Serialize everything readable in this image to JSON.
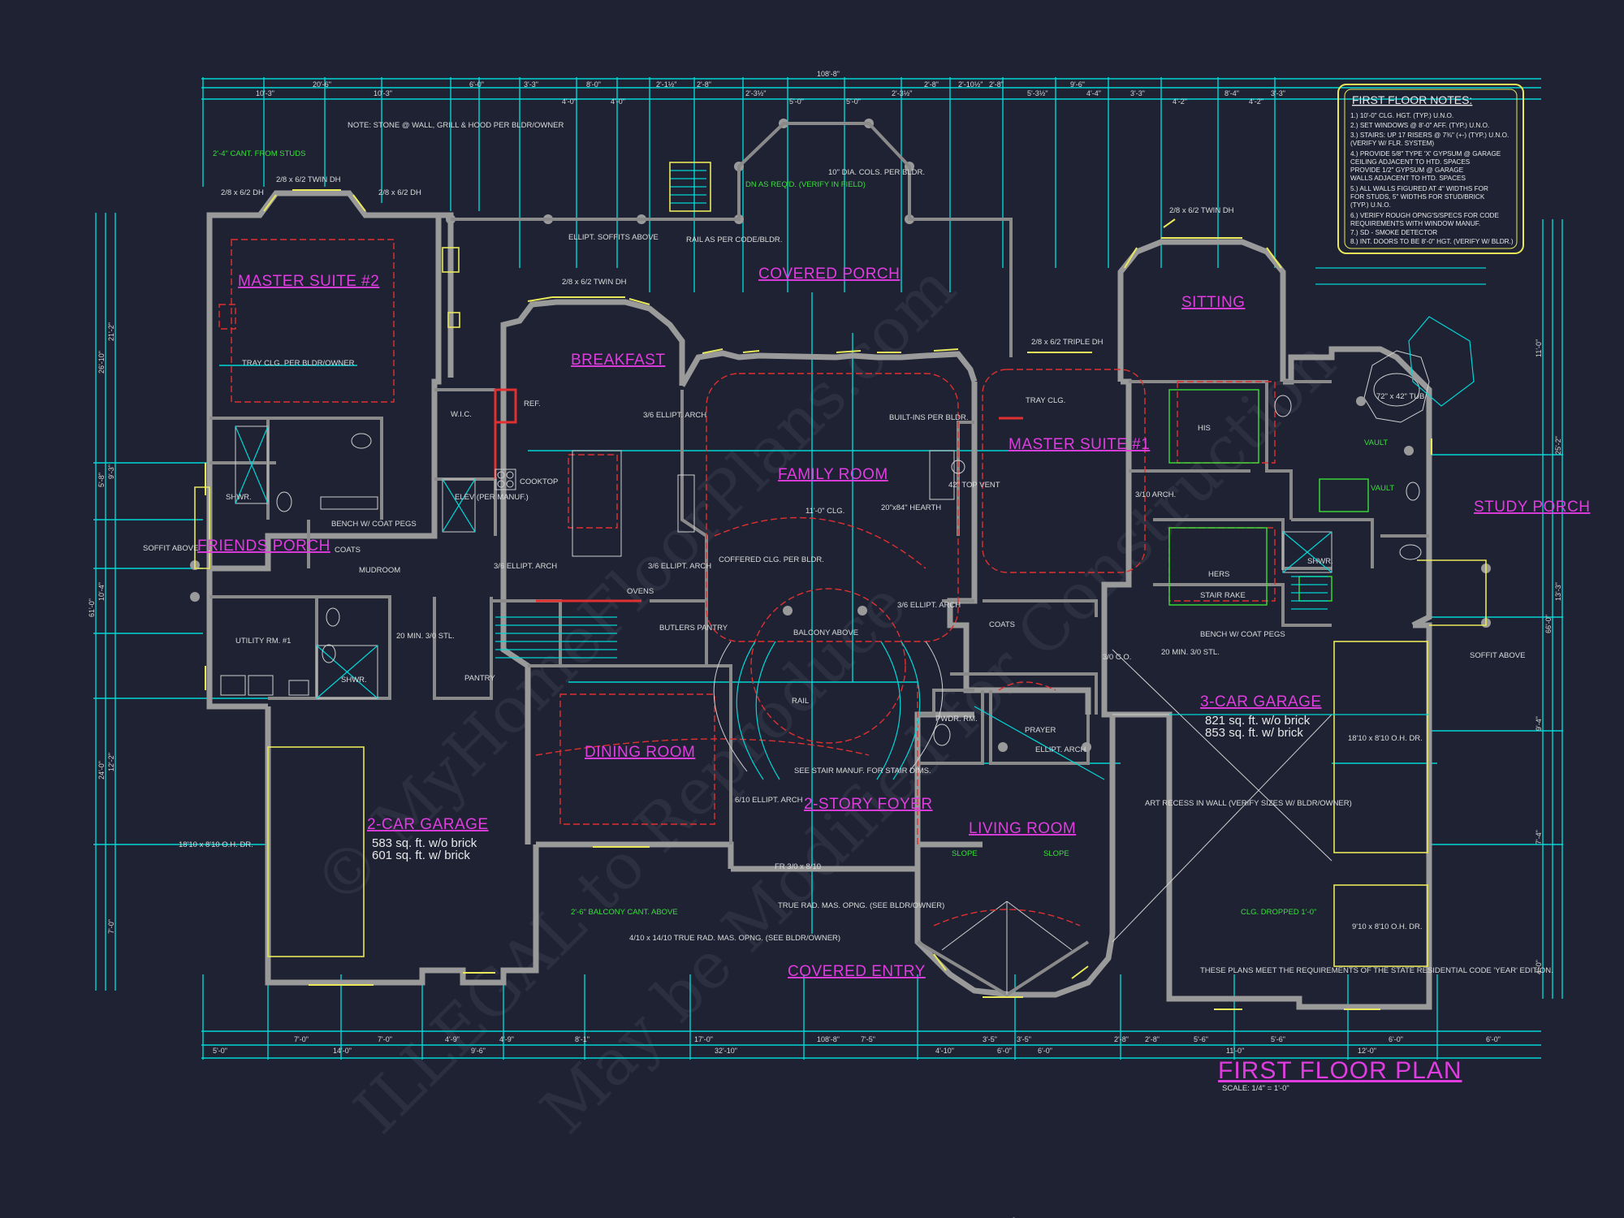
{
  "title": "FIRST FLOOR PLAN",
  "scale": "SCALE: 1/4\" = 1'-0\"",
  "watermark": [
    "© MyHomeFloorPlans.com",
    "ILLEGAL to Reproduce",
    "May be Modified for Construction"
  ],
  "notes": {
    "heading": "FIRST FLOOR NOTES:",
    "lines": [
      "1.) 10'-0\" CLG. HGT. (TYP.) U.N.O.",
      "2.) SET WINDOWS @ 8'-0\" AFF. (TYP.) U.N.O.",
      "3.) STAIRS: UP 17 RISERS @ 7⅜\" (+-) (TYP.) U.N.O.",
      "    (VERIFY W/ FLR. SYSTEM)",
      "4.) PROVIDE 5/8\" TYPE 'X' GYPSUM @ GARAGE",
      "    CEILING ADJACENT TO HTD. SPACES",
      "    PROVIDE 1/2\" GYPSUM @ GARAGE",
      "    WALLS ADJACENT TO HTD. SPACES",
      "5.) ALL WALLS FIGURED AT 4\" WIDTHS FOR",
      "    FOR STUDS, 5\" WIDTHS FOR STUD/BRICK",
      "    (TYP.) U.N.O.",
      "6.) VERIFY ROUGH OPNG'S/SPECS FOR CODE",
      "    REQUIREMENTS WITH WINDOW MANUF.",
      "7.) SD - SMOKE DETECTOR",
      "8.) INT. DOORS TO BE 8'-0\" HGT. (VERIFY W/ BLDR.)"
    ]
  },
  "rooms": [
    {
      "name": "MASTER SUITE #2"
    },
    {
      "name": "BREAKFAST"
    },
    {
      "name": "COVERED PORCH"
    },
    {
      "name": "SITTING"
    },
    {
      "name": "FAMILY ROOM"
    },
    {
      "name": "MASTER SUITE #1"
    },
    {
      "name": "FRIENDS PORCH"
    },
    {
      "name": "STUDY PORCH"
    },
    {
      "name": "2-CAR GARAGE",
      "sub": [
        "583 sq. ft. w/o brick",
        "601 sq. ft. w/ brick"
      ]
    },
    {
      "name": "3-CAR GARAGE",
      "sub": [
        "821 sq. ft. w/o brick",
        "853 sq. ft. w/ brick"
      ]
    },
    {
      "name": "DINING ROOM"
    },
    {
      "name": "2-STORY FOYER"
    },
    {
      "name": "LIVING ROOM"
    },
    {
      "name": "COVERED ENTRY"
    }
  ],
  "labels": [
    "MUDROOM",
    "COATS",
    "UTILITY RM. #1",
    "PANTRY",
    "BUTLERS PANTRY",
    "ELEV (PER MANUF.)",
    "W.I.C.",
    "HIS",
    "HERS",
    "PRAYER",
    "PWDR. RM.",
    "COATS",
    "SHWR.",
    "SHWR.",
    "SHWR.",
    "OVENS",
    "COOKTOP",
    "REF.",
    "TRAY CLG. PER BLDR/OWNER",
    "TRAY CLG.",
    "ELLIPT. SOFFITS ABOVE",
    "RAIL AS PER CODE/BLDR.",
    "10\" DIA. COLS. PER BLDR.",
    "BALCONY ABOVE",
    "RAIL",
    "SEE STAIR MANUF. FOR STAIR DIMS.",
    "COFFERED CLG. PER BLDR.",
    "11'-0\" CLG.",
    "BUILT-INS PER BLDR.",
    "20\"x84\" HEARTH",
    "42\" TOP VENT",
    "18'10 x 8'10 O.H. DR.",
    "18'10 x 8'10 O.H. DR.",
    "9'10 x 8'10 O.H. DR.",
    "CLG. DROPPED 1'-0\"",
    "ART RECESS IN WALL (VERIFY SIZES W/ BLDR/OWNER)",
    "THESE PLANS MEET THE REQUIREMENTS OF THE STATE RESIDENTIAL CODE 'YEAR' EDITION.",
    "2'-4\" CANT. FROM STUDS",
    "DN AS REQ'D. (VERIFY IN FIELD)",
    "2'-6\" BALCONY CANT. ABOVE",
    "NOTE: STONE @ WALL, GRILL & HOOD PER BLDR/OWNER",
    "2/8 x 6/2 TWIN DH",
    "2/8 x 6/2 DH",
    "2/8 x 6/2 TRIPLE DH",
    "FR 3/0 x 8/10",
    "4/10 x 14/10 TRUE RAD. MAS. OPNG. (SEE BLDR/OWNER)",
    "TRUE RAD. MAS. OPNG. (SEE BLDR/OWNER)",
    "SOFFIT ABOVE",
    "SLOPE",
    "VAULT",
    "72\" x 42\" TUB",
    "STAIR RAKE",
    "BENCH W/ COAT PEGS",
    "20 MIN. 3/0 STL.",
    "3/0 C.O.",
    "3/10 ARCH.",
    "ELLIPT. ARCH",
    "3/6 ELLIPT. ARCH",
    "6/10 ELLIPT. ARCH"
  ],
  "dimensions": {
    "overall_width": "108'-8\"",
    "overall_depth": "61'-0\"",
    "top_chain": [
      "10'-3\"",
      "10'-3\"",
      "20'-6\"",
      "6'-0\"",
      "3'-3\"",
      "4'-0\"",
      "8'-0\"",
      "4'-0\"",
      "2'-1½\"",
      "2'-8\"",
      "2'-3½\"",
      "5'-0\"",
      "5'-0\"",
      "2'-3½\"",
      "2'-8\"",
      "2'-10½\"",
      "2'-8\"",
      "5'-3½\"",
      "9'-6\"",
      "4'-4\"",
      "3'-3\"",
      "4'-2\"",
      "8'-4\"",
      "4'-2\"",
      "3'-3\""
    ],
    "bottom_chain": [
      "5'-0\"",
      "14'-0\"",
      "7'-0\"",
      "7'-0\"",
      "4'-9\"",
      "4'-9\"",
      "9'-6\"",
      "8'-1\"",
      "17'-0\"",
      "32'-10\"",
      "7'-5\"",
      "4'-10\"",
      "3'-5\"",
      "6'-0\"",
      "3'-5\"",
      "6'-0\"",
      "2'-8\"",
      "2'-8\"",
      "5'-6\"",
      "11'-0\"",
      "5'-6\"",
      "6'-0\"",
      "12'-0\"",
      "6'-0\""
    ],
    "left_chain": [
      "26'-10\"",
      "61'-0\"",
      "21'-2\"",
      "5'-8\"",
      "9'-3\"",
      "10'-4\"",
      "24'-0\"",
      "12'-2\"",
      "7'-0\""
    ],
    "right_chain": [
      "66'-0\"",
      "13'-3\"",
      "25'-2\"",
      "9'-4\"",
      "7'-4\"",
      "11'-0\"",
      "4'-0\""
    ]
  }
}
